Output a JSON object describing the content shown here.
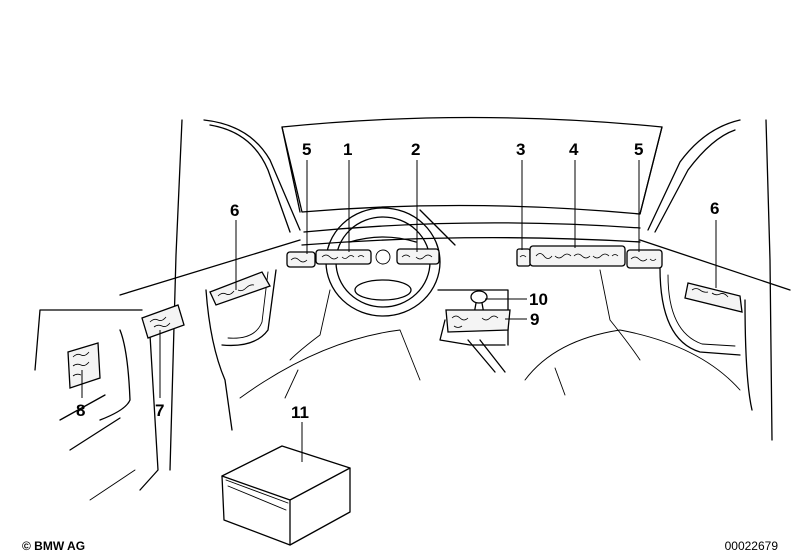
{
  "callouts": {
    "c1": "1",
    "c2": "2",
    "c3": "3",
    "c4": "4",
    "c5_left": "5",
    "c5_right": "5",
    "c6_left": "6",
    "c6_right": "6",
    "c7": "7",
    "c8": "8",
    "c9": "9",
    "c10": "10",
    "c11": "11"
  },
  "footer": {
    "copyright": "© BMW AG",
    "drawing_number": "00022679"
  }
}
